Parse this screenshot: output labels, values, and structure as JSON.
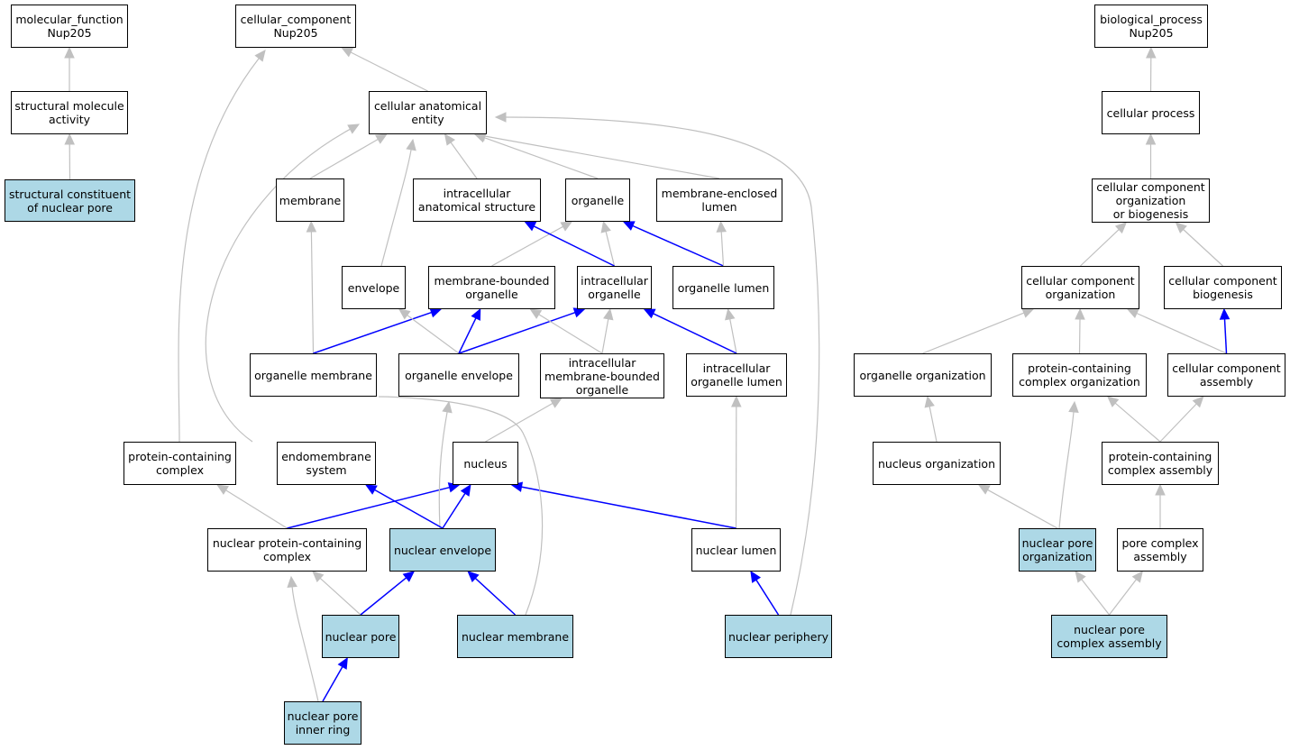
{
  "colors": {
    "is_a_edge": "#c0c0c0",
    "part_of_edge": "#0000ff",
    "annotated_node_fill": "#add8e6",
    "node_fill": "#ffffff",
    "node_border": "#000000"
  },
  "nodes": {
    "mf_root": "molecular_function\nNup205",
    "cc_root": "cellular_component\nNup205",
    "bp_root": "biological_process\nNup205",
    "structural_molecule_activity": "structural molecule\nactivity",
    "structural_constituent_nuclear_pore": "structural constituent\nof nuclear pore",
    "cellular_anatomical_entity": "cellular anatomical\nentity",
    "membrane": "membrane",
    "intracellular_anatomical_structure": "intracellular\nanatomical structure",
    "organelle": "organelle",
    "membrane_enclosed_lumen": "membrane-enclosed\nlumen",
    "envelope": "envelope",
    "membrane_bounded_organelle": "membrane-bounded\norganelle",
    "intracellular_organelle": "intracellular\norganelle",
    "organelle_lumen": "organelle lumen",
    "organelle_membrane": "organelle membrane",
    "organelle_envelope": "organelle envelope",
    "intracellular_membrane_bounded_organelle": "intracellular\nmembrane-bounded\norganelle",
    "intracellular_organelle_lumen": "intracellular\norganelle lumen",
    "protein_containing_complex": "protein-containing\ncomplex",
    "endomembrane_system": "endomembrane\nsystem",
    "nucleus": "nucleus",
    "nuclear_protein_containing_complex": "nuclear protein-containing\ncomplex",
    "nuclear_envelope": "nuclear envelope",
    "nuclear_lumen": "nuclear lumen",
    "nuclear_pore": "nuclear pore",
    "nuclear_membrane": "nuclear membrane",
    "nuclear_periphery": "nuclear periphery",
    "nuclear_pore_inner_ring": "nuclear pore\ninner ring",
    "cellular_process": "cellular process",
    "cc_org_or_biogenesis": "cellular component\norganization\nor biogenesis",
    "cellular_component_organization": "cellular component\norganization",
    "cellular_component_biogenesis": "cellular component\nbiogenesis",
    "organelle_organization": "organelle organization",
    "protein_containing_complex_organization": "protein-containing\ncomplex organization",
    "cellular_component_assembly": "cellular component\nassembly",
    "nucleus_organization": "nucleus organization",
    "protein_containing_complex_assembly": "protein-containing\ncomplex assembly",
    "nuclear_pore_organization": "nuclear pore\norganization",
    "pore_complex_assembly": "pore complex\nassembly",
    "nuclear_pore_complex_assembly": "nuclear pore\ncomplex assembly"
  },
  "annotated_nodes": [
    "structural_constituent_nuclear_pore",
    "nuclear_envelope",
    "nuclear_pore",
    "nuclear_membrane",
    "nuclear_periphery",
    "nuclear_pore_inner_ring",
    "nuclear_pore_organization",
    "nuclear_pore_complex_assembly"
  ],
  "edges": [
    {
      "from": "structural_molecule_activity",
      "to": "mf_root",
      "type": "is_a"
    },
    {
      "from": "structural_constituent_nuclear_pore",
      "to": "structural_molecule_activity",
      "type": "is_a"
    },
    {
      "from": "cellular_anatomical_entity",
      "to": "cc_root",
      "type": "is_a"
    },
    {
      "from": "protein_containing_complex",
      "to": "cc_root",
      "type": "is_a"
    },
    {
      "from": "membrane",
      "to": "cellular_anatomical_entity",
      "type": "is_a"
    },
    {
      "from": "intracellular_anatomical_structure",
      "to": "cellular_anatomical_entity",
      "type": "is_a"
    },
    {
      "from": "organelle",
      "to": "cellular_anatomical_entity",
      "type": "is_a"
    },
    {
      "from": "membrane_enclosed_lumen",
      "to": "cellular_anatomical_entity",
      "type": "is_a"
    },
    {
      "from": "envelope",
      "to": "cellular_anatomical_entity",
      "type": "is_a"
    },
    {
      "from": "endomembrane_system",
      "to": "cellular_anatomical_entity",
      "type": "is_a"
    },
    {
      "from": "nuclear_periphery",
      "to": "cellular_anatomical_entity",
      "type": "is_a"
    },
    {
      "from": "membrane_bounded_organelle",
      "to": "organelle",
      "type": "is_a"
    },
    {
      "from": "intracellular_organelle",
      "to": "organelle",
      "type": "is_a"
    },
    {
      "from": "intracellular_organelle",
      "to": "intracellular_anatomical_structure",
      "type": "part_of"
    },
    {
      "from": "organelle_lumen",
      "to": "organelle",
      "type": "part_of"
    },
    {
      "from": "organelle_lumen",
      "to": "membrane_enclosed_lumen",
      "type": "is_a"
    },
    {
      "from": "organelle_membrane",
      "to": "membrane",
      "type": "is_a"
    },
    {
      "from": "organelle_membrane",
      "to": "membrane_bounded_organelle",
      "type": "part_of"
    },
    {
      "from": "organelle_envelope",
      "to": "envelope",
      "type": "is_a"
    },
    {
      "from": "organelle_envelope",
      "to": "membrane_bounded_organelle",
      "type": "part_of"
    },
    {
      "from": "organelle_envelope",
      "to": "intracellular_organelle",
      "type": "part_of"
    },
    {
      "from": "intracellular_membrane_bounded_organelle",
      "to": "membrane_bounded_organelle",
      "type": "is_a"
    },
    {
      "from": "intracellular_membrane_bounded_organelle",
      "to": "intracellular_organelle",
      "type": "is_a"
    },
    {
      "from": "intracellular_organelle_lumen",
      "to": "organelle_lumen",
      "type": "is_a"
    },
    {
      "from": "intracellular_organelle_lumen",
      "to": "intracellular_organelle",
      "type": "part_of"
    },
    {
      "from": "nucleus",
      "to": "intracellular_membrane_bounded_organelle",
      "type": "is_a"
    },
    {
      "from": "nuclear_protein_containing_complex",
      "to": "protein_containing_complex",
      "type": "is_a"
    },
    {
      "from": "nuclear_protein_containing_complex",
      "to": "nucleus",
      "type": "part_of"
    },
    {
      "from": "nuclear_envelope",
      "to": "organelle_envelope",
      "type": "is_a"
    },
    {
      "from": "nuclear_envelope",
      "to": "endomembrane_system",
      "type": "part_of"
    },
    {
      "from": "nuclear_envelope",
      "to": "nucleus",
      "type": "part_of"
    },
    {
      "from": "nuclear_lumen",
      "to": "intracellular_organelle_lumen",
      "type": "is_a"
    },
    {
      "from": "nuclear_lumen",
      "to": "nucleus",
      "type": "part_of"
    },
    {
      "from": "nuclear_pore",
      "to": "nuclear_protein_containing_complex",
      "type": "is_a"
    },
    {
      "from": "nuclear_pore",
      "to": "nuclear_envelope",
      "type": "part_of"
    },
    {
      "from": "nuclear_membrane",
      "to": "organelle_membrane",
      "type": "is_a"
    },
    {
      "from": "nuclear_membrane",
      "to": "nuclear_envelope",
      "type": "part_of"
    },
    {
      "from": "nuclear_periphery",
      "to": "nuclear_lumen",
      "type": "part_of"
    },
    {
      "from": "nuclear_pore_inner_ring",
      "to": "nuclear_protein_containing_complex",
      "type": "is_a"
    },
    {
      "from": "nuclear_pore_inner_ring",
      "to": "nuclear_pore",
      "type": "part_of"
    },
    {
      "from": "cellular_process",
      "to": "bp_root",
      "type": "is_a"
    },
    {
      "from": "cc_org_or_biogenesis",
      "to": "cellular_process",
      "type": "is_a"
    },
    {
      "from": "cellular_component_organization",
      "to": "cc_org_or_biogenesis",
      "type": "is_a"
    },
    {
      "from": "cellular_component_biogenesis",
      "to": "cc_org_or_biogenesis",
      "type": "is_a"
    },
    {
      "from": "organelle_organization",
      "to": "cellular_component_organization",
      "type": "is_a"
    },
    {
      "from": "protein_containing_complex_organization",
      "to": "cellular_component_organization",
      "type": "is_a"
    },
    {
      "from": "cellular_component_assembly",
      "to": "cellular_component_organization",
      "type": "is_a"
    },
    {
      "from": "cellular_component_assembly",
      "to": "cellular_component_biogenesis",
      "type": "part_of"
    },
    {
      "from": "nucleus_organization",
      "to": "organelle_organization",
      "type": "is_a"
    },
    {
      "from": "protein_containing_complex_assembly",
      "to": "protein_containing_complex_organization",
      "type": "is_a"
    },
    {
      "from": "protein_containing_complex_assembly",
      "to": "cellular_component_assembly",
      "type": "is_a"
    },
    {
      "from": "nuclear_pore_organization",
      "to": "nucleus_organization",
      "type": "is_a"
    },
    {
      "from": "nuclear_pore_organization",
      "to": "protein_containing_complex_organization",
      "type": "is_a"
    },
    {
      "from": "pore_complex_assembly",
      "to": "protein_containing_complex_assembly",
      "type": "is_a"
    },
    {
      "from": "nuclear_pore_complex_assembly",
      "to": "nuclear_pore_organization",
      "type": "is_a"
    },
    {
      "from": "nuclear_pore_complex_assembly",
      "to": "pore_complex_assembly",
      "type": "is_a"
    }
  ]
}
